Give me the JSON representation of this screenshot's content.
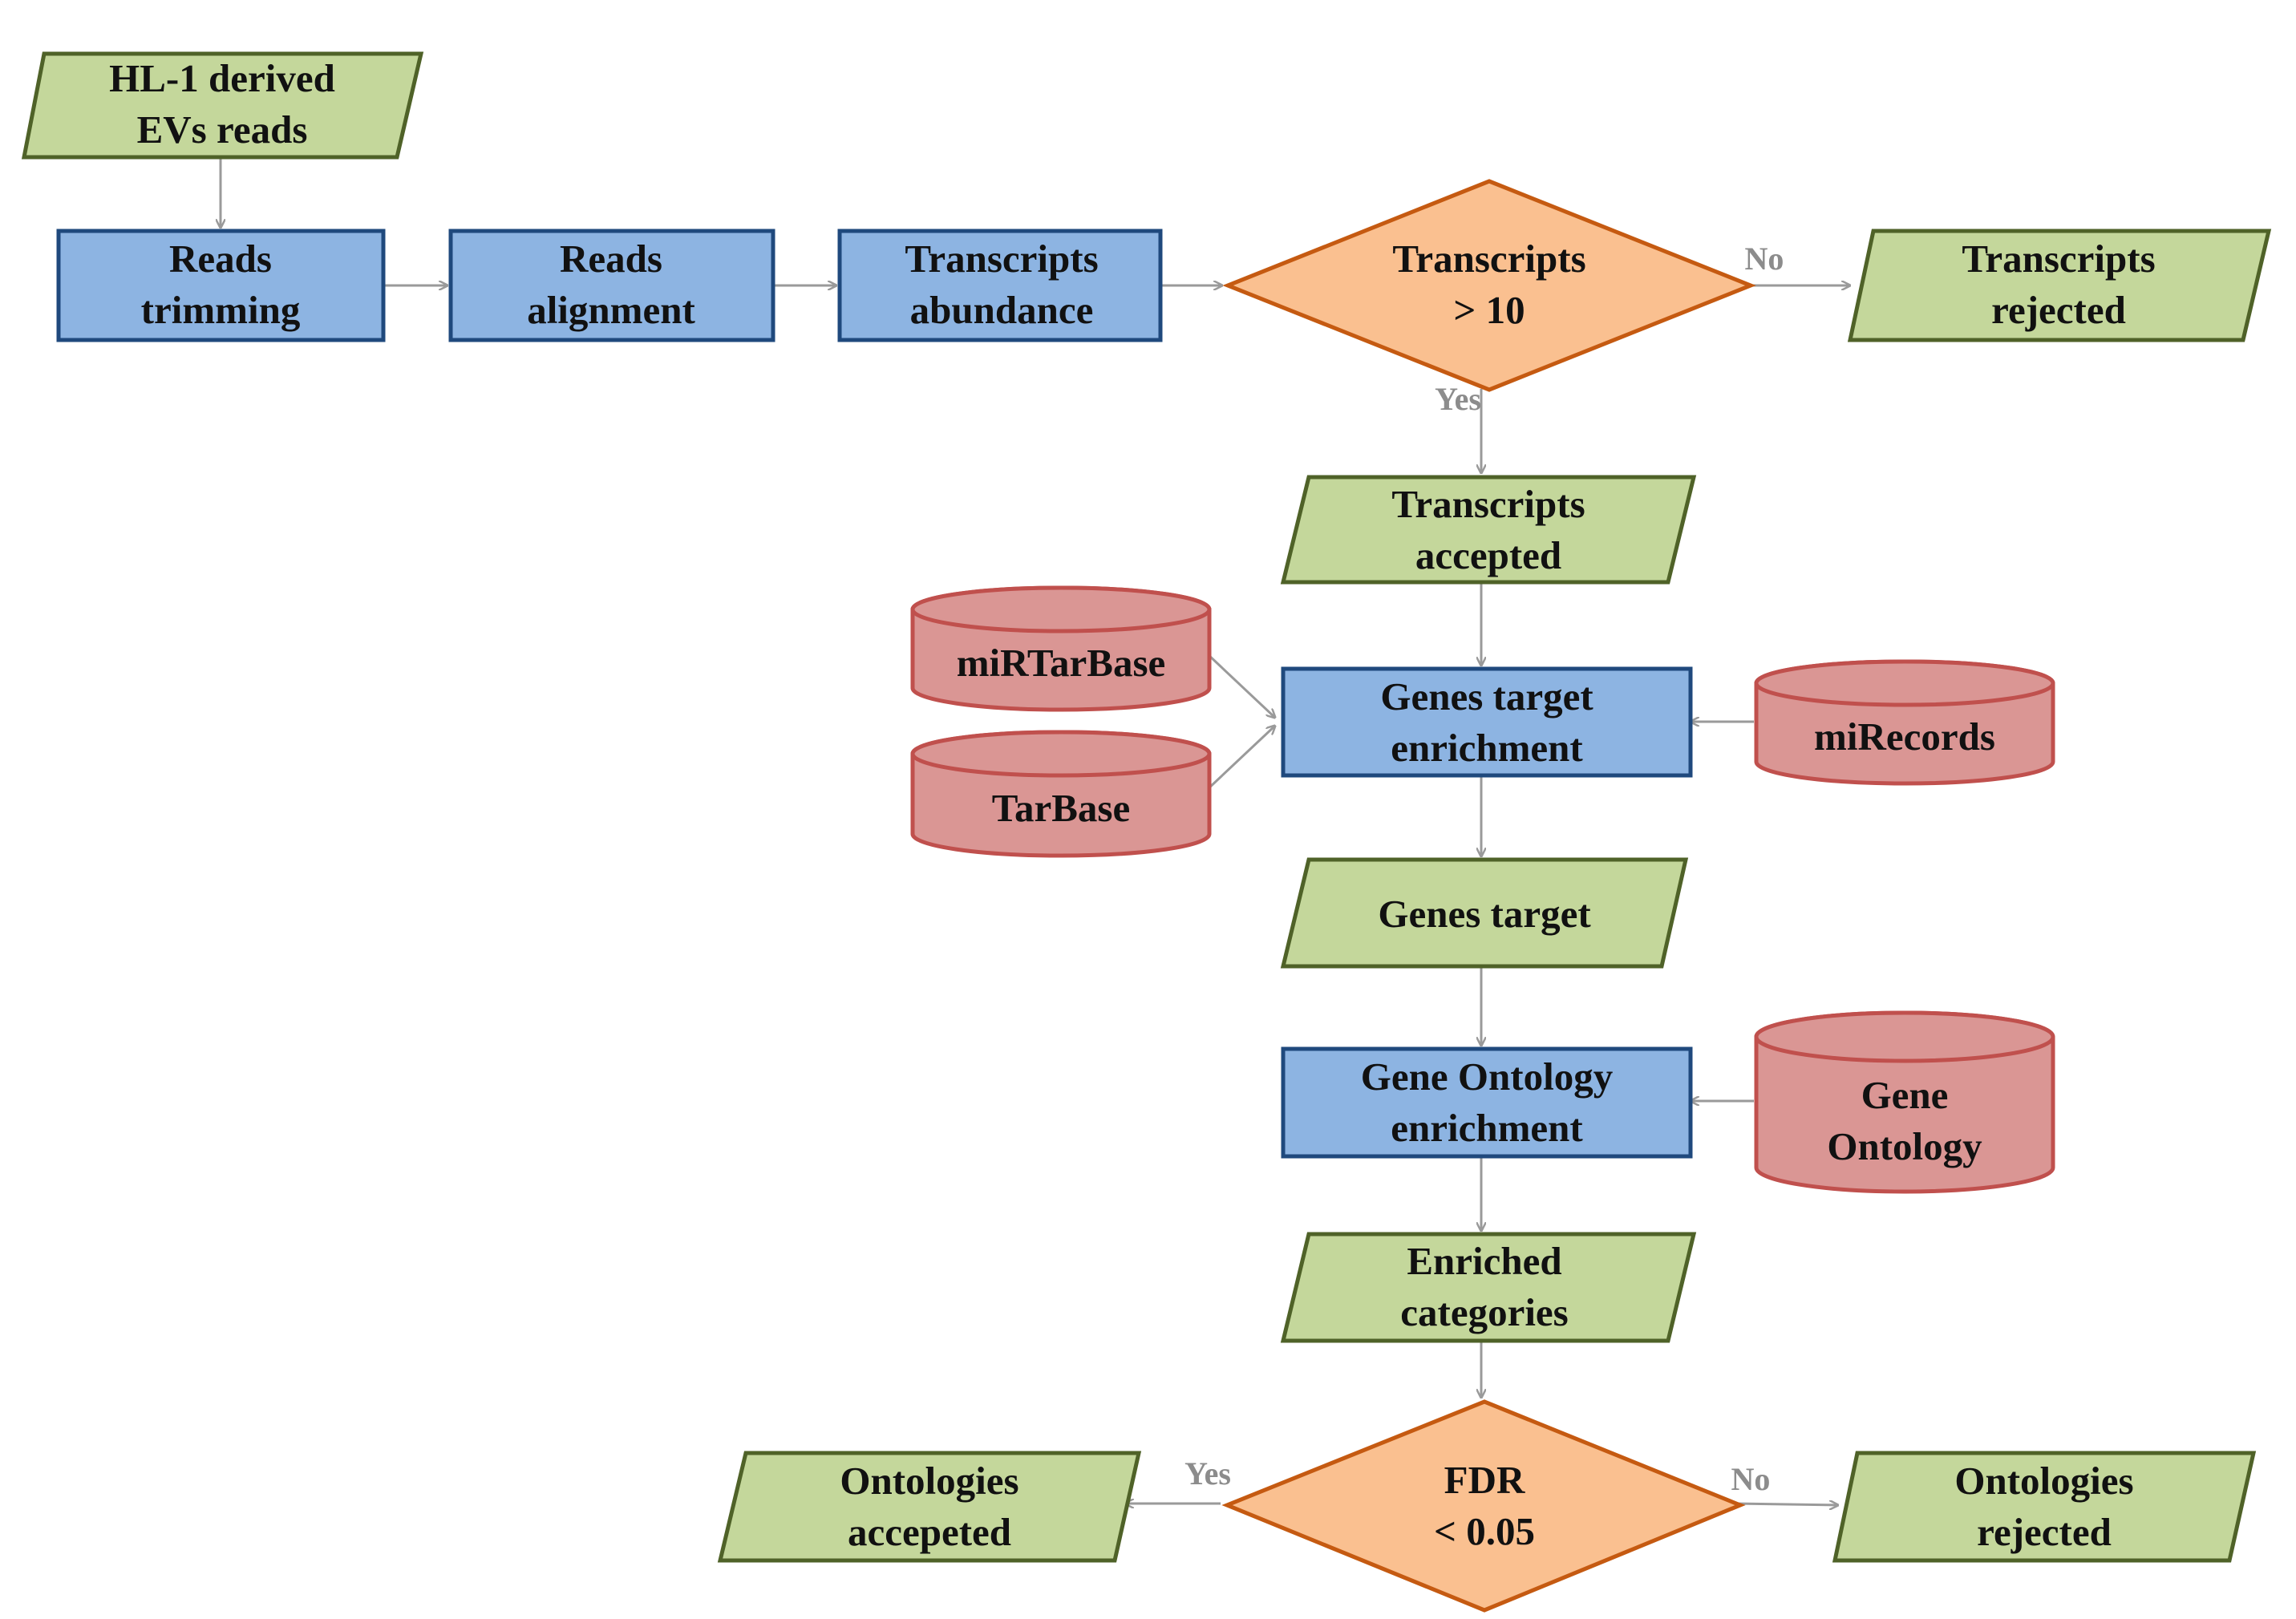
{
  "nodes": {
    "hl1_reads": {
      "line1": "HL-1 derived",
      "line2": "EVs reads"
    },
    "reads_trimming": {
      "line1": "Reads",
      "line2": "trimming"
    },
    "reads_alignment": {
      "line1": "Reads",
      "line2": "alignment"
    },
    "transcripts_abundance": {
      "line1": "Transcripts",
      "line2": "abundance"
    },
    "transcripts_decision": {
      "line1": "Transcripts",
      "line2": "> 10"
    },
    "transcripts_rejected": {
      "line1": "Transcripts",
      "line2": "rejected"
    },
    "transcripts_accepted": {
      "line1": "Transcripts",
      "line2": "accepted"
    },
    "mirtarbase": {
      "label": "miRTarBase"
    },
    "tarbase": {
      "label": "TarBase"
    },
    "mirecords": {
      "label": "miRecords"
    },
    "genes_target_enrichment": {
      "line1": "Genes target",
      "line2": "enrichment"
    },
    "genes_target": {
      "label": "Genes target"
    },
    "gene_ontology_enrichment": {
      "line1": "Gene Ontology",
      "line2": "enrichment"
    },
    "gene_ontology_db": {
      "line1": "Gene",
      "line2": "Ontology"
    },
    "enriched_categories": {
      "line1": "Enriched",
      "line2": "categories"
    },
    "fdr_decision": {
      "line1": "FDR",
      "line2": "< 0.05"
    },
    "ontologies_accepted": {
      "line1": "Ontologies",
      "line2": "accepeted"
    },
    "ontologies_rejected": {
      "line1": "Ontologies",
      "line2": "rejected"
    }
  },
  "edge_labels": {
    "transcripts_no": "No",
    "transcripts_yes": "Yes",
    "fdr_yes": "Yes",
    "fdr_no": "No"
  },
  "colors": {
    "io_fill": "#c4d79b",
    "process_fill": "#8db4e2",
    "decision_fill": "#fac090",
    "database_fill": "#da9694"
  }
}
